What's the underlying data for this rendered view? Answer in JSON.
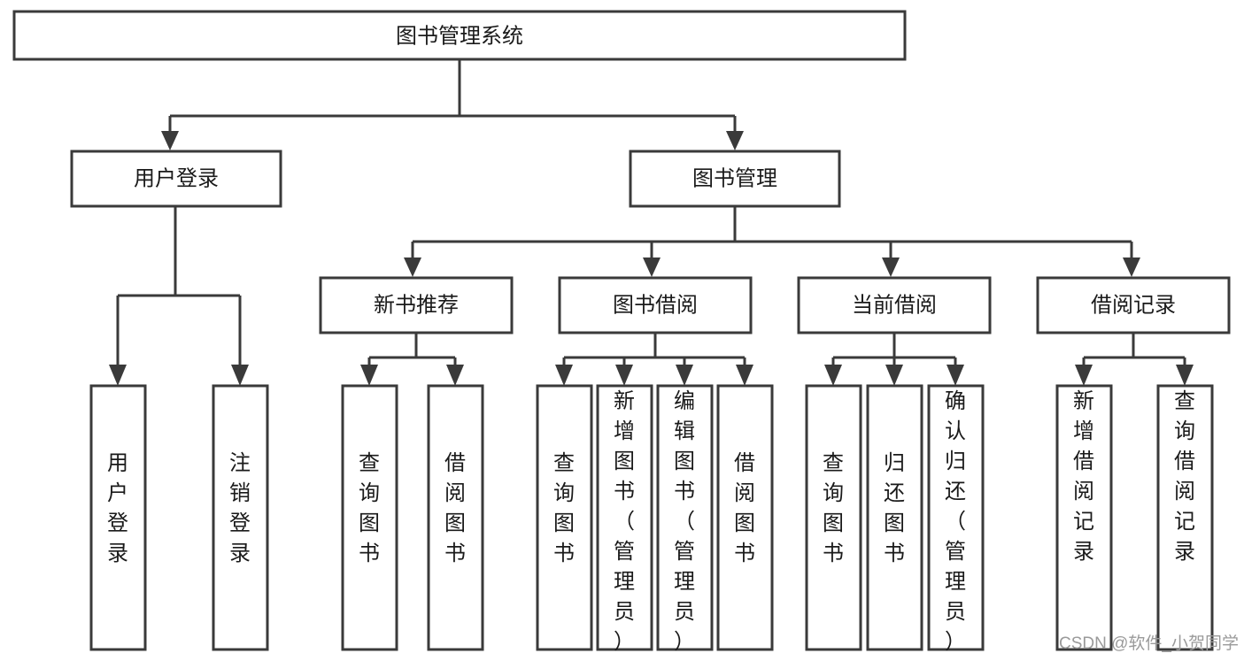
{
  "diagram": {
    "type": "hierarchy-tree",
    "title": "图书管理系统",
    "orientation": "top-down",
    "watermark": "CSDN @软件_小贺同学",
    "colors": {
      "box_stroke": "#3a3a3a",
      "box_fill": "#ffffff",
      "connector": "#3a3a3a",
      "text": "#1a1a1a",
      "watermark": "#9a9a9a",
      "background": "#ffffff"
    },
    "levels": {
      "root": {
        "label": "图书管理系统"
      },
      "level1": [
        {
          "label": "用户登录"
        },
        {
          "label": "图书管理"
        }
      ],
      "level2": [
        {
          "label": "新书推荐",
          "parent": "图书管理"
        },
        {
          "label": "图书借阅",
          "parent": "图书管理"
        },
        {
          "label": "当前借阅",
          "parent": "图书管理"
        },
        {
          "label": "借阅记录",
          "parent": "图书管理"
        }
      ],
      "leaves": [
        {
          "label": "用户登录",
          "parent": "用户登录"
        },
        {
          "label": "注销登录",
          "parent": "用户登录"
        },
        {
          "label": "查询图书",
          "parent": "新书推荐"
        },
        {
          "label": "借阅图书",
          "parent": "新书推荐"
        },
        {
          "label": "查询图书",
          "parent": "图书借阅"
        },
        {
          "label": "新增图书（管理员）",
          "parent": "图书借阅"
        },
        {
          "label": "编辑图书（管理员）",
          "parent": "图书借阅"
        },
        {
          "label": "借阅图书",
          "parent": "图书借阅"
        },
        {
          "label": "查询图书",
          "parent": "当前借阅"
        },
        {
          "label": "归还图书",
          "parent": "当前借阅"
        },
        {
          "label": "确认归还（管理员）",
          "parent": "当前借阅"
        },
        {
          "label": "新增借阅记录",
          "parent": "借阅记录"
        },
        {
          "label": "查询借阅记录",
          "parent": "借阅记录"
        }
      ]
    }
  }
}
